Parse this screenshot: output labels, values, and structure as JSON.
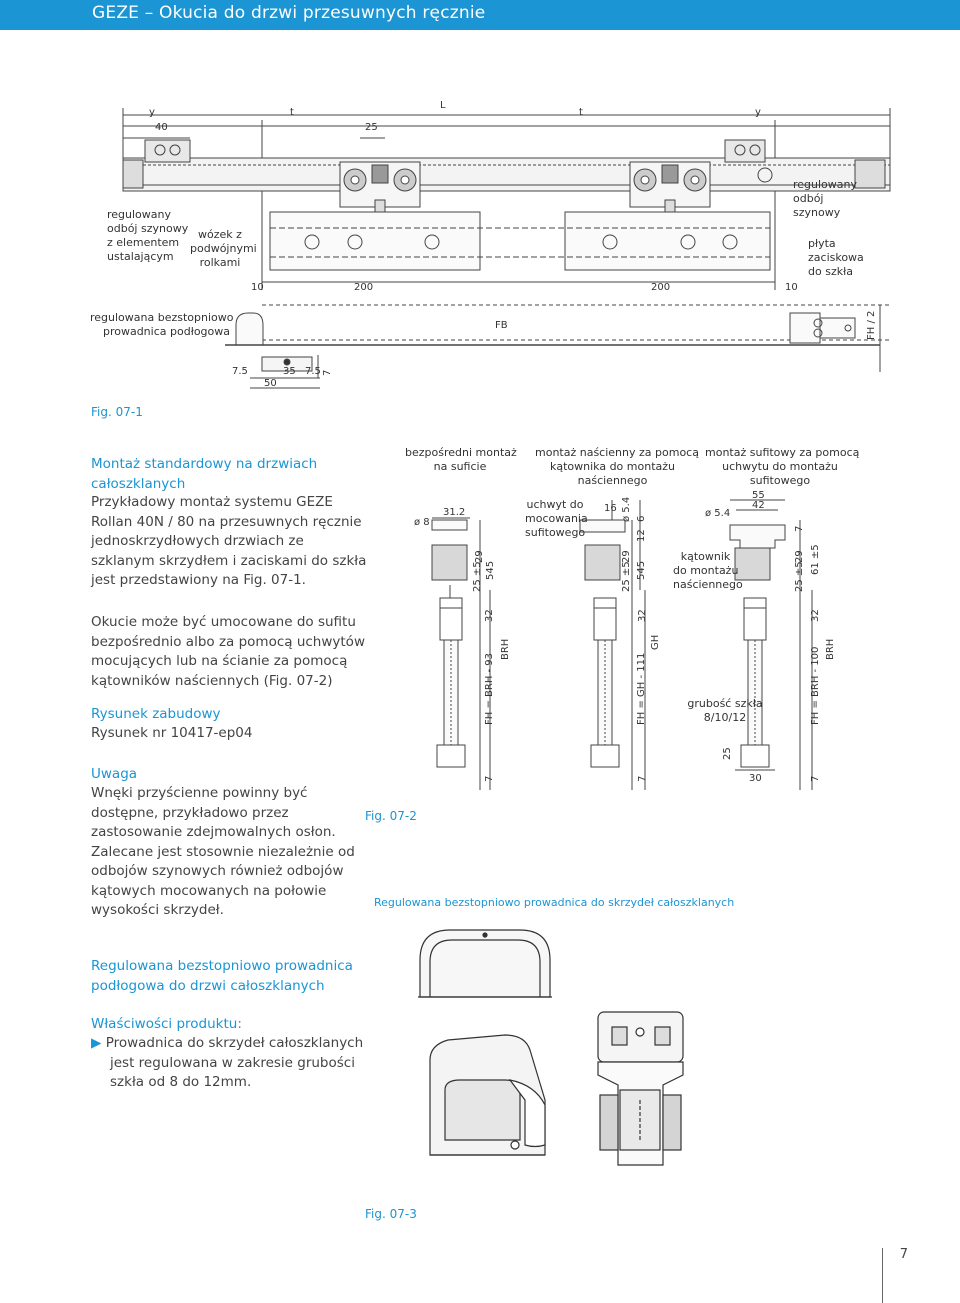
{
  "header": {
    "title": "GEZE – Okucia do drzwi przesuwnych ręcznie"
  },
  "page_number": "7",
  "fig_01": {
    "caption": "Fig. 07-1",
    "labels": {
      "left_stop": [
        "regulowany",
        "odbój szynowy",
        "z elementem",
        "ustalającym"
      ],
      "carriage": [
        "wózek z",
        "podwójnymi",
        "rolkami"
      ],
      "right_stop": [
        "regulowany",
        "odbój",
        "szynowy"
      ],
      "clamp_plate": [
        "płyta",
        "zaciskowa",
        "do szkła"
      ],
      "floor_guide": [
        "regulowana bezstopniowo",
        "prowadnica podłogowa"
      ]
    },
    "dims": {
      "y_left": "y",
      "t_left": "t",
      "L": "L",
      "t_right": "t",
      "y_right": "y",
      "d40": "40",
      "d25": "25",
      "d10_left": "10",
      "d200_left": "200",
      "d200_right": "200",
      "d10_right": "10",
      "FB": "FB",
      "FH2": "FH / 2",
      "d7_5_left": "7.5",
      "d35": "35",
      "d7_5_right": "7.5",
      "d50": "50",
      "d7": "7"
    }
  },
  "left_text": {
    "section1_title": [
      "Montaż standardowy na drzwiach",
      "całoszklanych"
    ],
    "section1_body": [
      "Przykładowy montaż systemu GEZE",
      "Rollan 40N / 80 na przesuwnych ręcznie",
      "jednoskrzydłowych drzwiach  ze",
      "szklanym skrzydłem i zaciskami do szkła",
      "jest przedstawiony na Fig. 07-1."
    ],
    "section2_body": [
      "Okucie może być umocowane do sufitu",
      "bezpośrednio albo za pomocą uchwytów",
      "mocujących lub na ścianie za pomocą",
      "kątowników naściennych (Fig. 07-2)"
    ],
    "drawing_title": "Rysunek zabudowy",
    "drawing_number": "Rysunek nr 10417-ep04",
    "note_title": "Uwaga",
    "note_body": [
      "Wnęki przyścienne powinny być",
      "dostępne, przykładowo przez",
      "zastosowanie zdejmowalnych osłon.",
      "Zalecane jest stosownie niezależnie od",
      "odbojów szynowych również odbojów",
      "kątowych mocowanych na połowie",
      "wysokości skrzydeł."
    ],
    "product_title": [
      "Regulowana bezstopniowo prowadnica",
      "podłogowa do drzwi całoszklanych"
    ],
    "props_title": "Właściwości produktu:",
    "props_body": [
      "Prowadnica do skrzydeł całoszklanych",
      "jest regulowana w zakresie grubości",
      "szkła od 8 do 12mm."
    ]
  },
  "fig_02": {
    "caption": "Fig. 07-2",
    "col1_title": [
      "bezpośredni montaż",
      "na suficie"
    ],
    "col2_title": [
      "montaż naścienny za pomocą",
      "kątownika do montażu",
      "naściennego"
    ],
    "col3_title": [
      "montaż sufitowy za pomocą",
      "uchwytu do montażu",
      "sufitowego"
    ],
    "col2_sub": [
      "uchwyt do",
      "mocowania",
      "sufitowego"
    ],
    "col3_sub": [
      "kątownik",
      "do montażu",
      "naściennego"
    ],
    "glass": [
      "grubość szkła",
      "8/10/12"
    ],
    "dims": {
      "phi8": "ø 8",
      "d31_2": "31.2",
      "d29a": "29",
      "d25a": "25 ±5",
      "d545a": "545",
      "d32a": "32",
      "BRHa": "BRH",
      "FHa": "FH = BRH - 93",
      "d7a": "7",
      "d16": "16",
      "phi5_4a": "ø 5.4",
      "d6": "6",
      "d12": "12",
      "d29b": "29",
      "d25b": "25 ±5",
      "d545b": "545",
      "d32b": "32",
      "GH": "GH",
      "FHb": "FH = GH - 111",
      "d7b": "7",
      "d55": "55",
      "d42": "42",
      "phi5_4b": "ø 5.4",
      "d7c": "7",
      "d29c": "29",
      "d25c": "25 ±5",
      "d61": "61 ±5",
      "d32c": "32",
      "BRHc": "BRH",
      "FHc": "FH = BRH - 100",
      "d25d": "25",
      "d30": "30",
      "d7d": "7"
    }
  },
  "fig_03": {
    "title": "Regulowana bezstopniowo prowadnica do skrzydeł całoszklanych",
    "caption": "Fig. 07-3"
  }
}
